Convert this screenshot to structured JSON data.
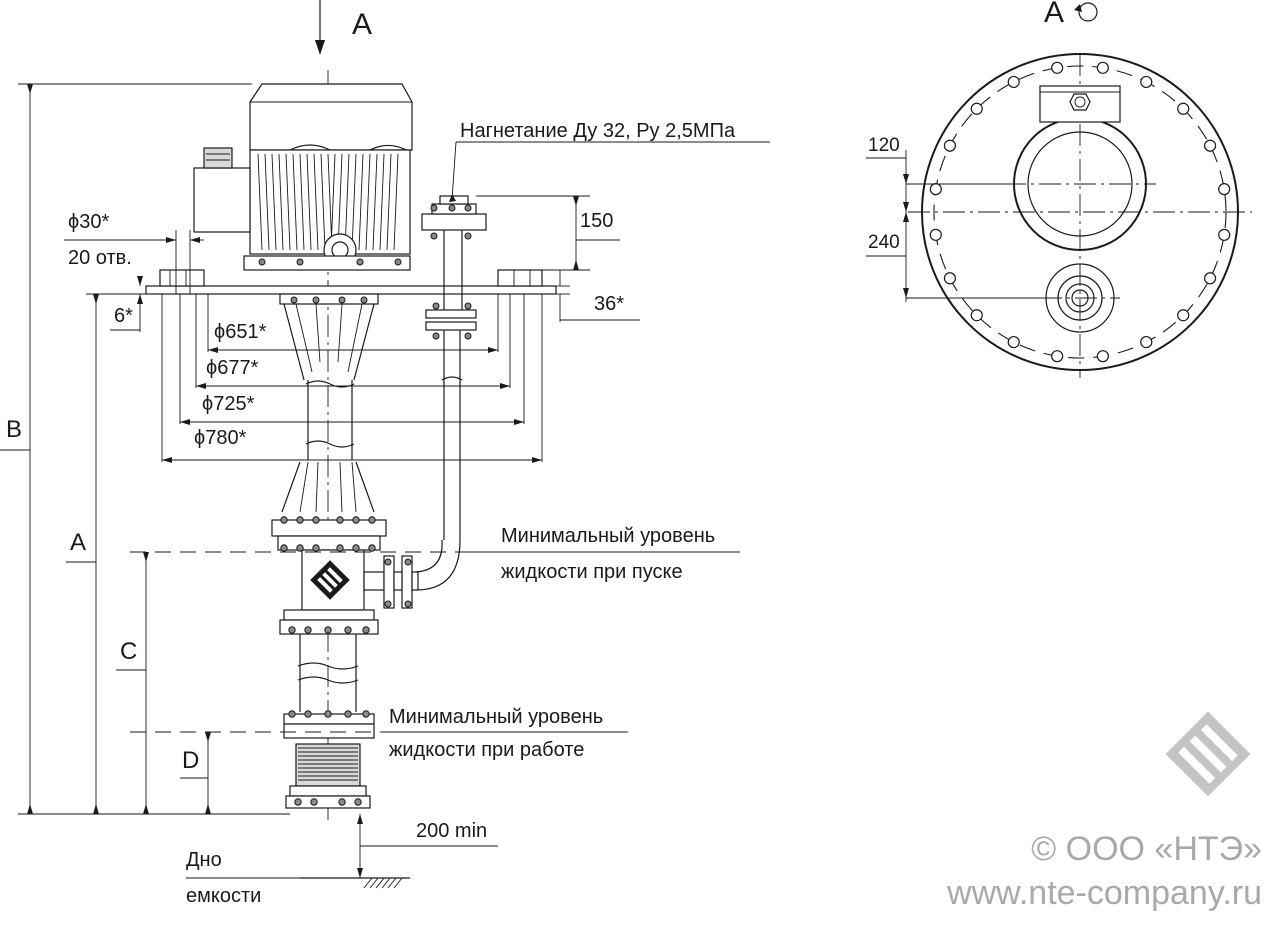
{
  "view": {
    "arrow_label": "A",
    "section_label": "A"
  },
  "labels": {
    "discharge": "Нагнетание Ду 32, Ру 2,5МПа",
    "min_level_start_1": "Минимальный уровень",
    "min_level_start_2": "жидкости при пуске",
    "min_level_run_1": "Минимальный уровень",
    "min_level_run_2": "жидкости при работе",
    "bottom_1": "Дно",
    "bottom_2": "емкости"
  },
  "dimensions": {
    "holes_dia": "ϕ30*",
    "holes_count": "20 отв.",
    "thickness": "6*",
    "d651": "ϕ651*",
    "d677": "ϕ677*",
    "d725": "ϕ725*",
    "d780": "ϕ780*",
    "h150": "150",
    "h36": "36*",
    "dim_b": "B",
    "dim_a": "A",
    "dim_c": "C",
    "dim_d": "D",
    "clearance": "200 min",
    "v120": "120",
    "v240": "240"
  },
  "watermark": {
    "copyright": "© ООО «НТЭ»",
    "site": "www.nte-company.ru"
  }
}
